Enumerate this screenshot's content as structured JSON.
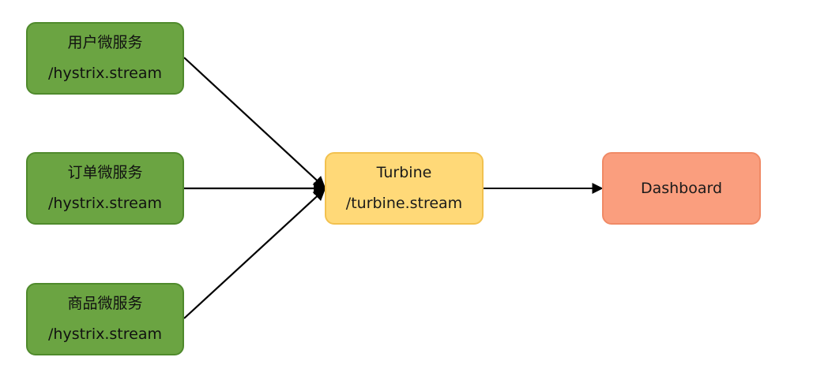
{
  "services": [
    {
      "name": "用户微服务",
      "endpoint": "/hystrix.stream"
    },
    {
      "name": "订单微服务",
      "endpoint": "/hystrix.stream"
    },
    {
      "name": "商品微服务",
      "endpoint": "/hystrix.stream"
    }
  ],
  "turbine": {
    "name": "Turbine",
    "endpoint": "/turbine.stream"
  },
  "dashboard": {
    "name": "Dashboard"
  },
  "colors": {
    "service_fill": "#6ba442",
    "turbine_fill": "#ffd978",
    "dashboard_fill": "#fa9e7e",
    "connector": "#000000"
  }
}
